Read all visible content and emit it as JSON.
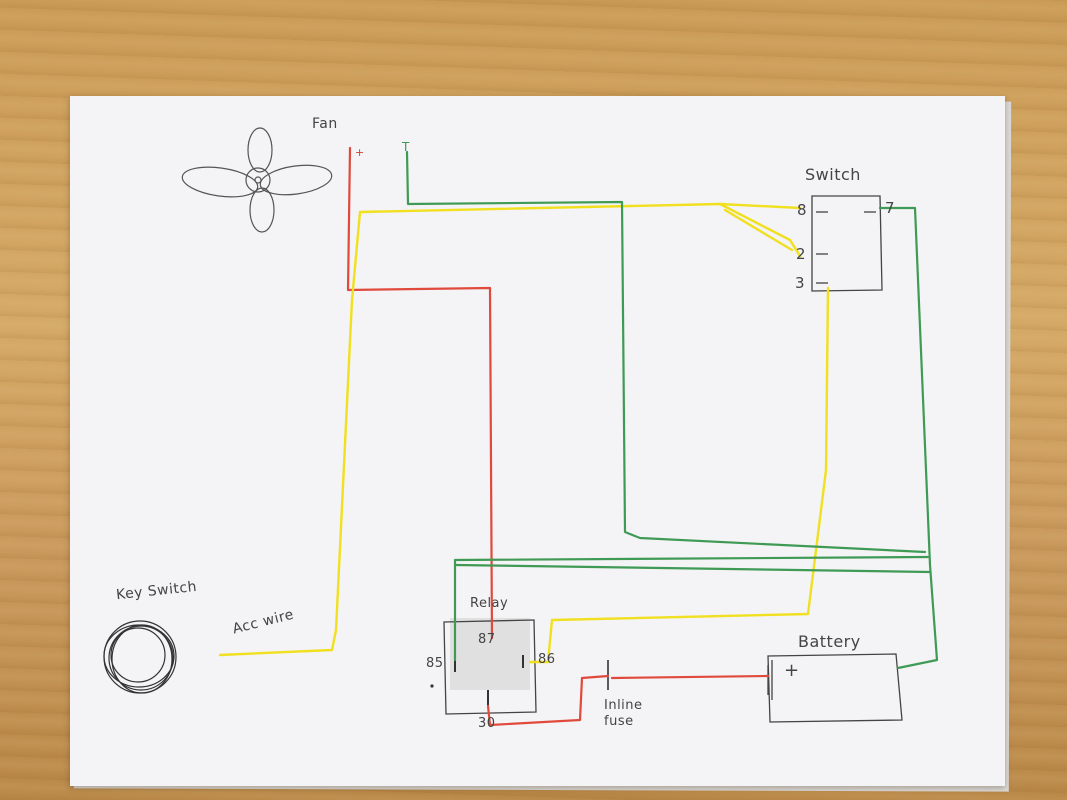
{
  "labels": {
    "fan": "Fan",
    "switch": "Switch",
    "key_switch": "Key Switch",
    "acc_wire": "Acc wire",
    "relay": "Relay",
    "battery": "Battery",
    "inline_fuse": "Inline\nfuse",
    "pin_8": "8",
    "pin_7": "7",
    "pin_2": "2",
    "pin_3": "3",
    "relay_85": "85",
    "relay_86": "86",
    "relay_87": "87",
    "relay_30": "30",
    "battery_plus": "+",
    "fan_plus": "+",
    "fan_ground": "T"
  },
  "colors": {
    "red_wire": "#e04a3c",
    "yellow_wire": "#f0e020",
    "green_wire": "#3f9a55",
    "pencil": "#3a3a3a",
    "paper": "#f4f3f5"
  }
}
